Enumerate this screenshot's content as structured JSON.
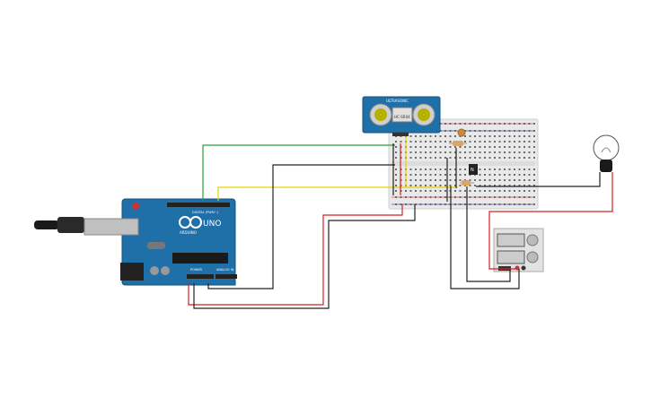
{
  "arduino": {
    "logo_text": "UNO",
    "brand_text": "ARDUINO",
    "digital_label": "DIGITAL (PWM~)",
    "power_label": "POWER",
    "analog_label": "ANALOG IN",
    "board_color": "#1f6fa8"
  },
  "sensor": {
    "name_text": "HC-SR04",
    "model_text": "ULTRASONIC",
    "board_color": "#1f6fa8"
  },
  "bulb": {
    "glass_color": "#ffffff",
    "base_color": "#1a1a1a"
  },
  "wire_colors": {
    "green": "#2aa32a",
    "yellow": "#e6d200",
    "black": "#222222",
    "red": "#d42020"
  }
}
